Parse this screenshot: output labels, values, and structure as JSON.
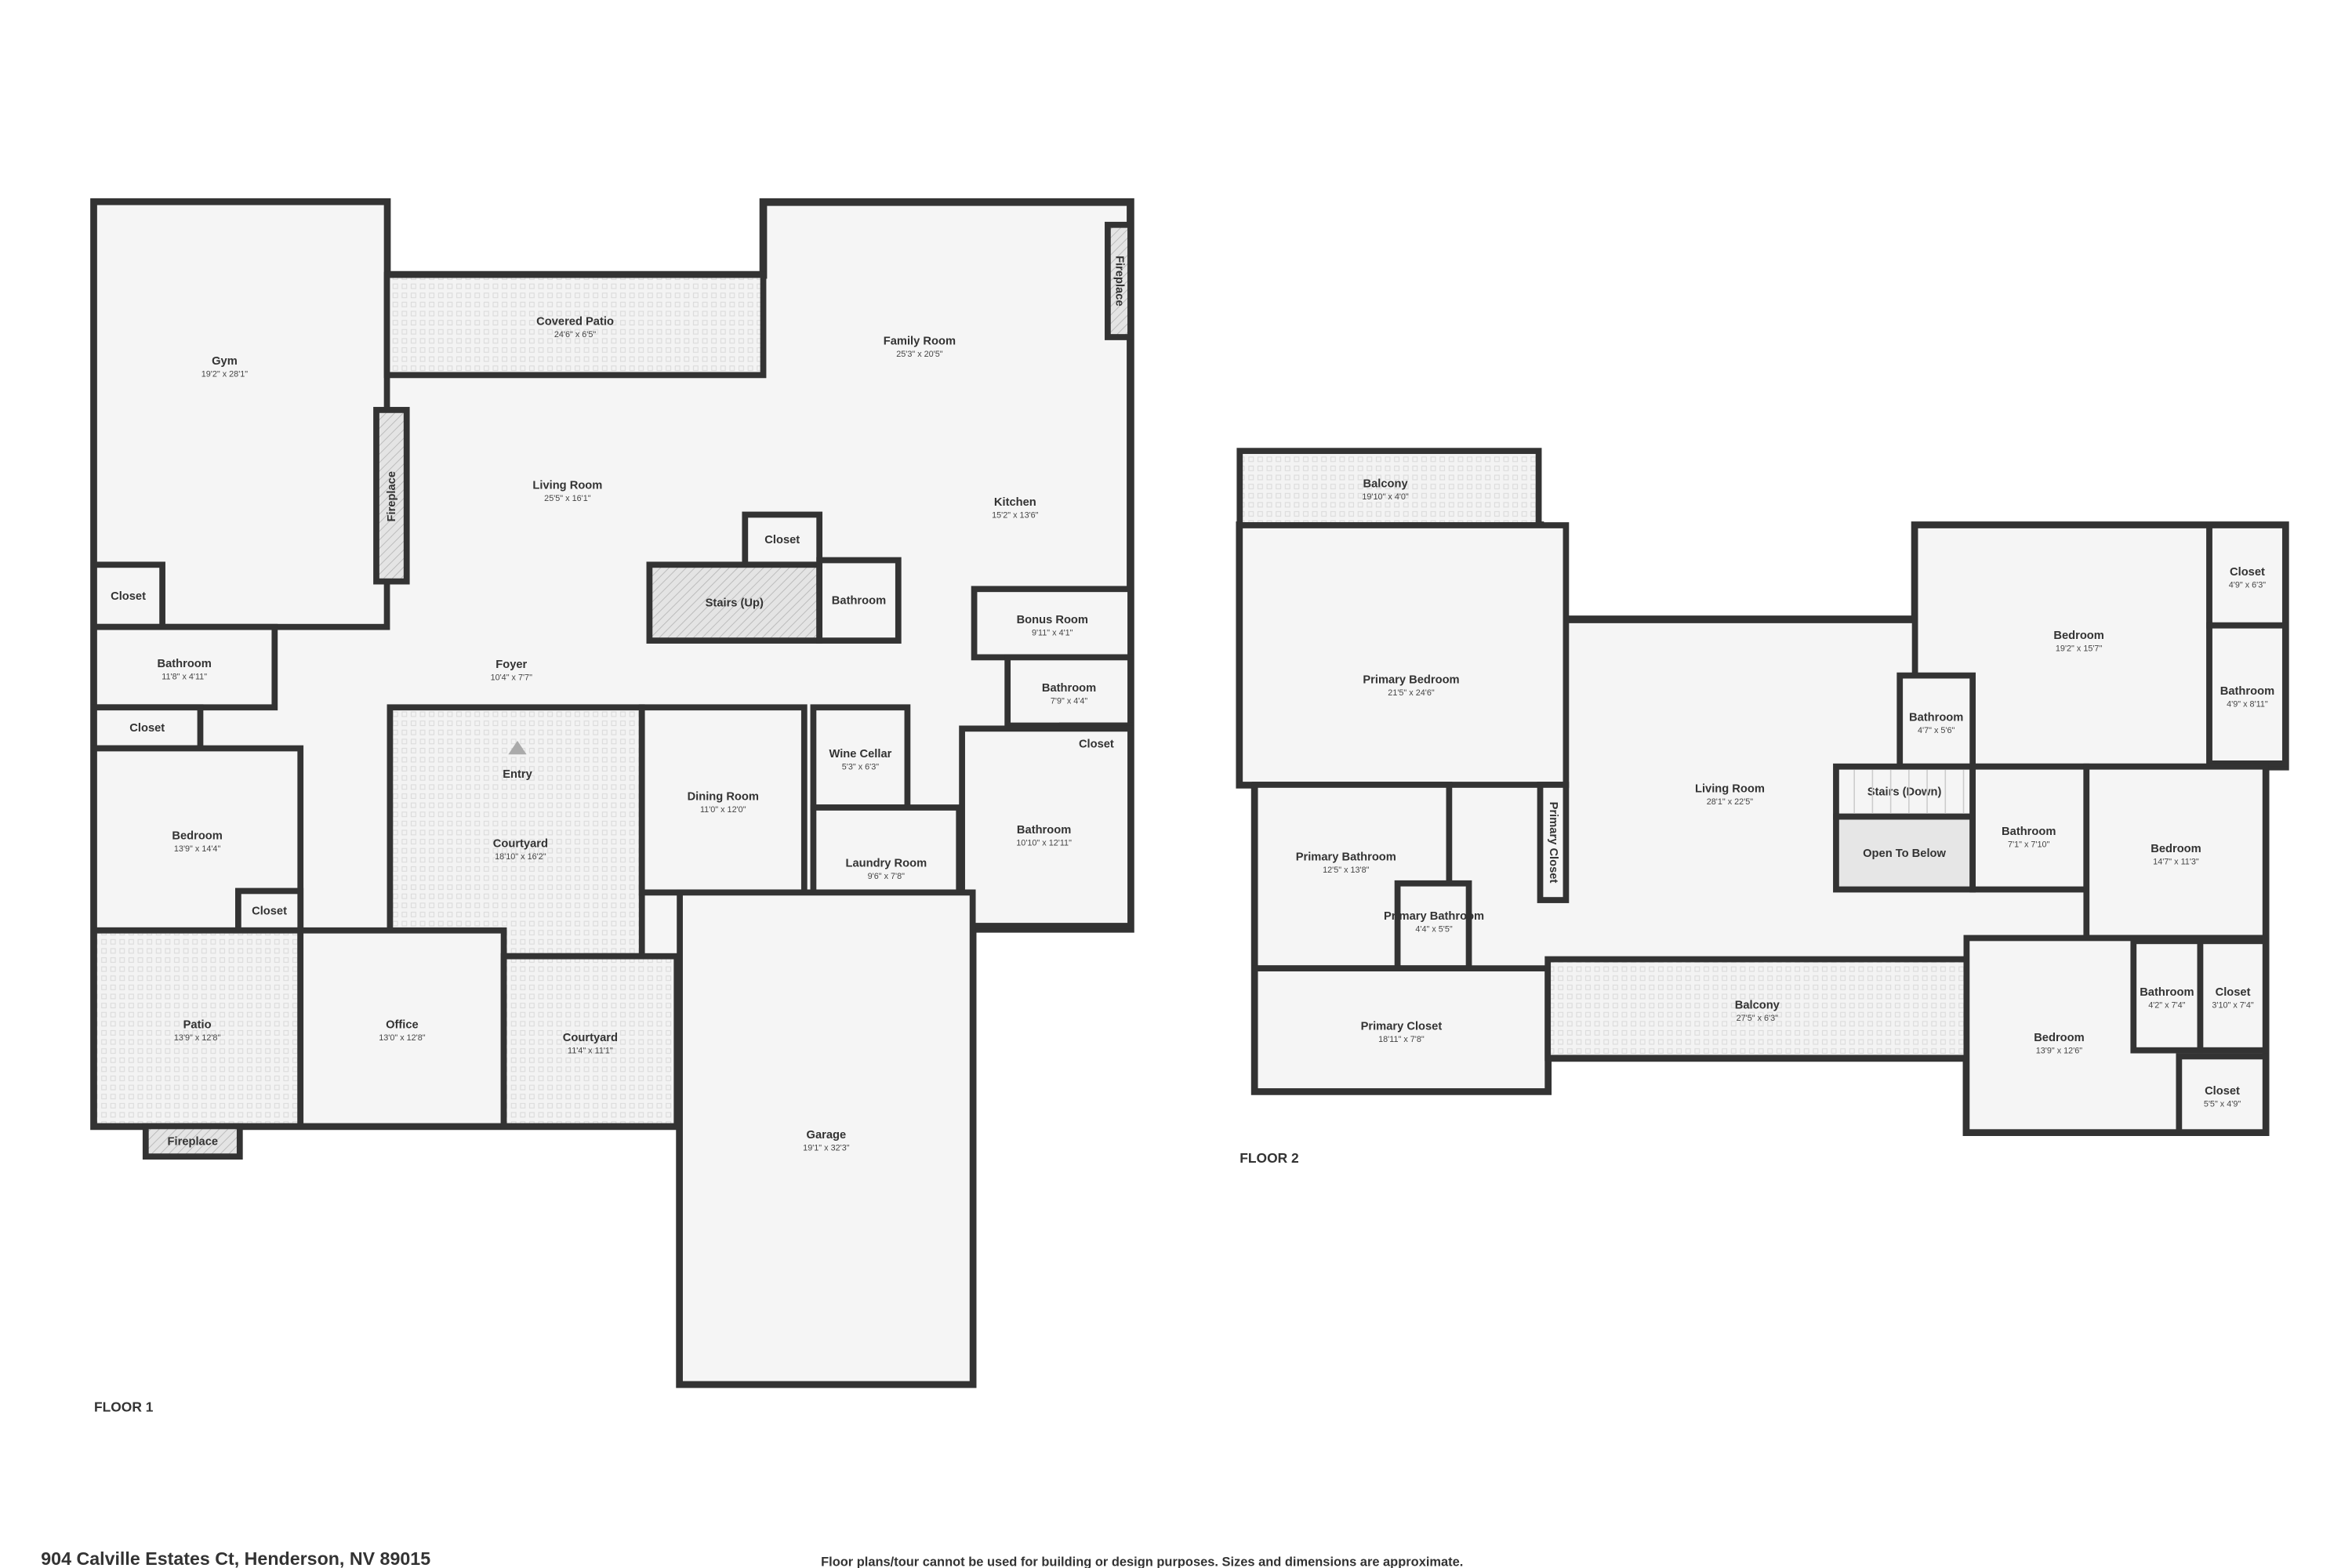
{
  "address": "904 Calville Estates Ct, Henderson, NV 89015",
  "disclaimer": "Floor plans/tour cannot be used for building or design purposes. Sizes and dimensions are approximate.",
  "colors": {
    "wall": "#333333",
    "floor": "#f5f5f5",
    "open_to_below": "#e6e6e6",
    "pattern": "#dcdcdc"
  },
  "floors": [
    {
      "label": "FLOOR 1",
      "rooms": [
        {
          "name": "Gym",
          "dims": "19'2\" x 28'1\""
        },
        {
          "name": "Closet",
          "dims": ""
        },
        {
          "name": "Covered Patio",
          "dims": "24'6\" x 6'5\""
        },
        {
          "name": "Family Room",
          "dims": "25'3\" x 20'5\""
        },
        {
          "name": "Living Room",
          "dims": "25'5\" x 16'1\""
        },
        {
          "name": "Kitchen",
          "dims": "15'2\" x 13'6\""
        },
        {
          "name": "Fireplace",
          "dims": ""
        },
        {
          "name": "Fireplace",
          "dims": ""
        },
        {
          "name": "Closet",
          "dims": ""
        },
        {
          "name": "Stairs (Up)",
          "dims": ""
        },
        {
          "name": "Bathroom",
          "dims": ""
        },
        {
          "name": "Bonus Room",
          "dims": "9'11\" x 4'1\""
        },
        {
          "name": "Foyer",
          "dims": "10'4\" x 7'7\""
        },
        {
          "name": "Bathroom",
          "dims": "11'8\" x 4'11\""
        },
        {
          "name": "Closet",
          "dims": ""
        },
        {
          "name": "Bedroom",
          "dims": "13'9\" x 14'4\""
        },
        {
          "name": "Closet",
          "dims": ""
        },
        {
          "name": "Entry",
          "dims": ""
        },
        {
          "name": "Courtyard",
          "dims": "18'10\" x 16'2\""
        },
        {
          "name": "Dining Room",
          "dims": "11'0\" x 12'0\""
        },
        {
          "name": "Wine Cellar",
          "dims": "5'3\" x 6'3\""
        },
        {
          "name": "Bathroom",
          "dims": "7'9\" x 4'4\""
        },
        {
          "name": "Closet",
          "dims": ""
        },
        {
          "name": "Bathroom",
          "dims": "10'10\" x 12'11\""
        },
        {
          "name": "Laundry Room",
          "dims": "9'6\" x 7'8\""
        },
        {
          "name": "Patio",
          "dims": "13'9\" x 12'8\""
        },
        {
          "name": "Office",
          "dims": "13'0\" x 12'8\""
        },
        {
          "name": "Courtyard",
          "dims": "11'4\" x 11'1\""
        },
        {
          "name": "Fireplace",
          "dims": ""
        },
        {
          "name": "Garage",
          "dims": "19'1\" x 32'3\""
        }
      ]
    },
    {
      "label": "FLOOR 2",
      "rooms": [
        {
          "name": "Balcony",
          "dims": "19'10\" x 4'0\""
        },
        {
          "name": "Primary Bedroom",
          "dims": "21'5\" x 24'6\""
        },
        {
          "name": "Primary Bathroom",
          "dims": "12'5\" x 13'8\""
        },
        {
          "name": "Primary Bathroom",
          "dims": "4'4\" x 5'5\""
        },
        {
          "name": "Primary Closet",
          "dims": ""
        },
        {
          "name": "Primary Closet",
          "dims": "18'11\" x 7'8\""
        },
        {
          "name": "Living Room",
          "dims": "28'1\" x 22'5\""
        },
        {
          "name": "Balcony",
          "dims": "27'5\" x 6'3\""
        },
        {
          "name": "Bedroom",
          "dims": "19'2\" x 15'7\""
        },
        {
          "name": "Closet",
          "dims": "4'9\" x 6'3\""
        },
        {
          "name": "Bathroom",
          "dims": "4'9\" x 8'11\""
        },
        {
          "name": "Bathroom",
          "dims": "4'7\" x 5'6\""
        },
        {
          "name": "Stairs (Down)",
          "dims": ""
        },
        {
          "name": "Open To Below",
          "dims": ""
        },
        {
          "name": "Bathroom",
          "dims": "7'1\" x 7'10\""
        },
        {
          "name": "Bedroom",
          "dims": "14'7\" x 11'3\""
        },
        {
          "name": "Bedroom",
          "dims": "13'9\" x 12'6\""
        },
        {
          "name": "Bathroom",
          "dims": "4'2\" x 7'4\""
        },
        {
          "name": "Closet",
          "dims": "3'10\" x 7'4\""
        },
        {
          "name": "Closet",
          "dims": "5'5\" x 4'9\""
        }
      ]
    }
  ]
}
